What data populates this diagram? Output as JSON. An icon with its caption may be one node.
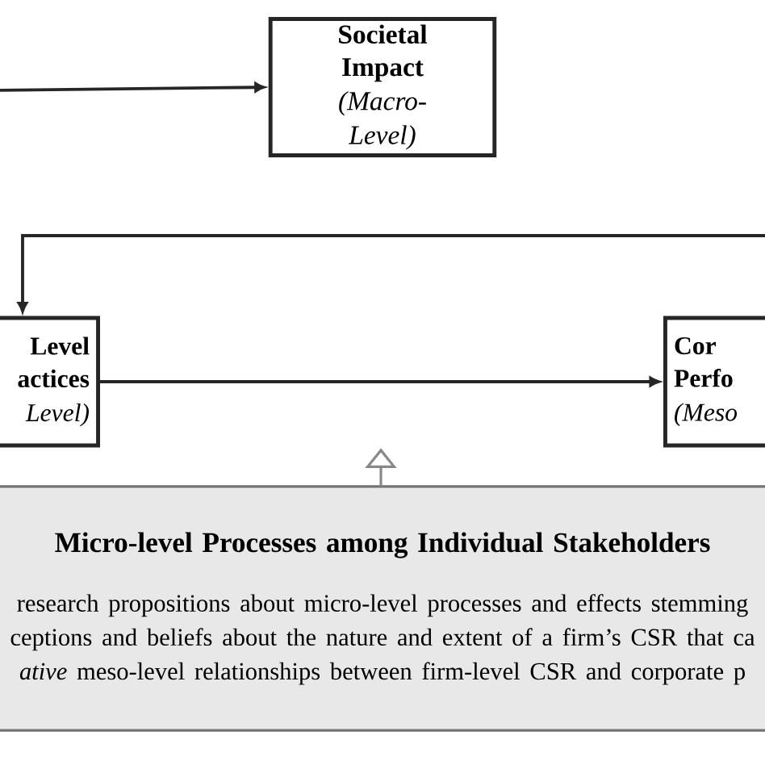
{
  "diagram": {
    "nodes": [
      {
        "text": [
          "Societal Impact",
          "(Macro-Level)"
        ]
      },
      {
        "text": [
          "Level actices",
          "Level)"
        ]
      },
      {
        "text": [
          "Cor Perfo",
          "(Meso"
        ]
      },
      {
        "text": [
          "Micro-level Processes among Individual Stakeholders",
          "research propositions about micro-level processes and effects stemming ceptions and beliefs about the nature and extent of a firm’s CSR that ca *ative* meso-level relationships between firm-level CSR and corporate p"
        ]
      }
    ],
    "edges": [
      {
        "from": null,
        "to": 0,
        "arrow": "to"
      },
      {
        "from": 1,
        "to": 2,
        "arrow": "to"
      },
      {
        "from": null,
        "to": 1,
        "arrow": "to"
      },
      {
        "from": 3,
        "to": null,
        "arrow": "to",
        "color": "#888888"
      }
    ]
  }
}
